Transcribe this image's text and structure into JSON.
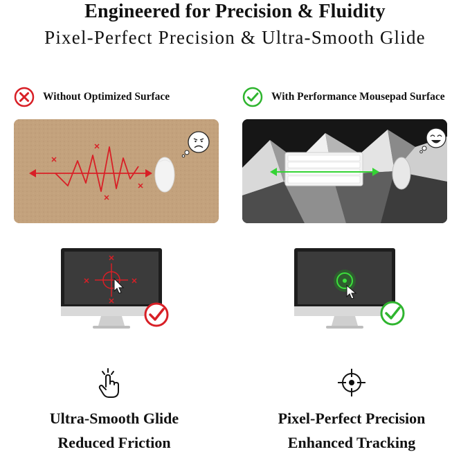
{
  "header": {
    "title": "Engineered for Precision & Fluidity",
    "subtitle": "Pixel-Perfect Precision & Ultra-Smooth Glide"
  },
  "comparison": {
    "left": {
      "label": "Without Optimized Surface",
      "status_icon": "red-x-circle-icon",
      "mood_icon": "sad-face-thought-bubble-icon",
      "status_color": "#d81f26"
    },
    "right": {
      "label": "With Performance Mousepad Surface",
      "status_icon": "green-check-circle-icon",
      "mood_icon": "happy-face-thought-bubble-icon",
      "status_color": "#2fb52f"
    }
  },
  "features": {
    "left": {
      "icon": "touch-hand-icon",
      "line1": "Ultra-Smooth Glide",
      "line2": "Reduced Friction"
    },
    "right": {
      "icon": "crosshair-target-icon",
      "line1": "Pixel-Perfect Precision",
      "line2": "Enhanced Tracking"
    }
  }
}
